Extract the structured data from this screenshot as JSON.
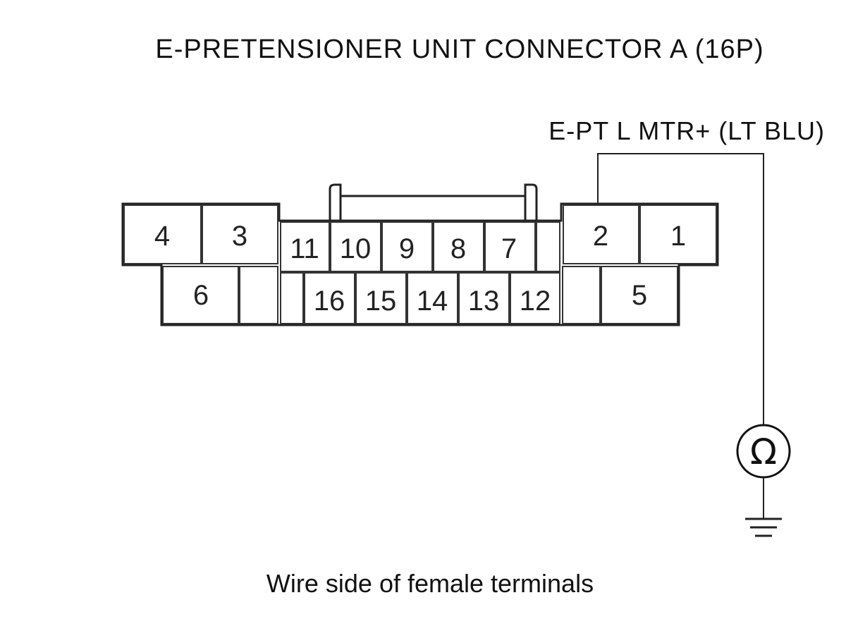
{
  "title": "E-PRETENSIONER UNIT CONNECTOR A (16P)",
  "wire_label": "E-PT L MTR+ (LT BLU)",
  "caption": "Wire side of female terminals",
  "meter_symbol": "Ω",
  "connected_terminal": "2",
  "terminals": {
    "t1": "1",
    "t2": "2",
    "t3": "3",
    "t4": "4",
    "t5": "5",
    "t6": "6",
    "t7": "7",
    "t8": "8",
    "t9": "9",
    "t10": "10",
    "t11": "11",
    "t12": "12",
    "t13": "13",
    "t14": "14",
    "t15": "15",
    "t16": "16"
  }
}
